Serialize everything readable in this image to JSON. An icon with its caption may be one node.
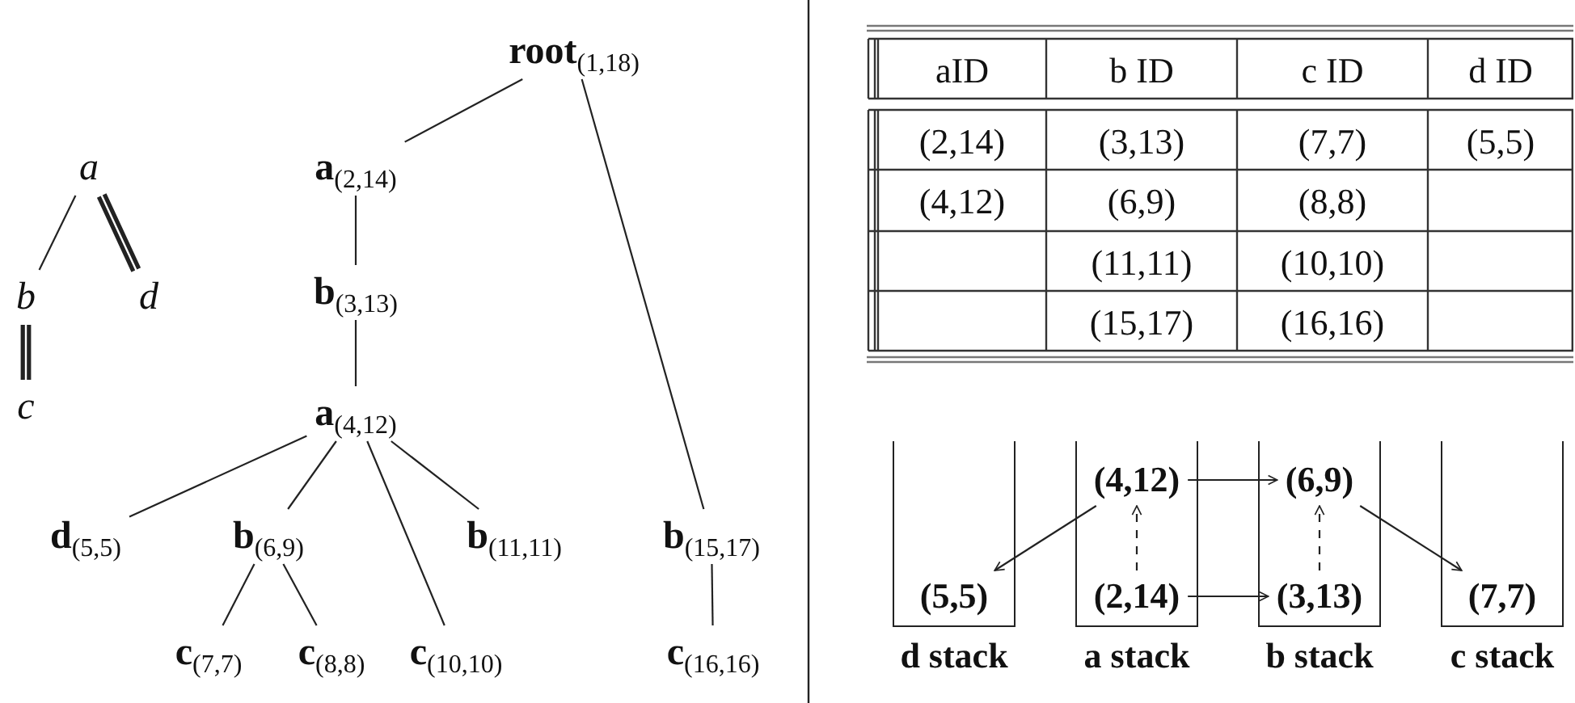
{
  "diagram": {
    "nodes": [
      {
        "text": [
          "a"
        ]
      },
      {
        "text": [
          "b"
        ]
      },
      {
        "text": [
          "d"
        ]
      },
      {
        "text": [
          "c"
        ]
      },
      {
        "text": [
          "**root**$_{(1,18)}$"
        ]
      },
      {
        "text": [
          "**a**$_{(2,14)}$"
        ]
      },
      {
        "text": [
          "**b**$_{(3,13)}$"
        ]
      },
      {
        "text": [
          "**a**$_{(4,12)}$"
        ]
      },
      {
        "text": [
          "**d**$_{(5,5)}$"
        ]
      },
      {
        "text": [
          "**b**$_{(6,9)}$"
        ]
      },
      {
        "text": [
          "**b**$_{(11,11)}$"
        ]
      },
      {
        "text": [
          "**b**$_{(15,17)}$"
        ]
      },
      {
        "text": [
          "**c**$_{(7,7)}$"
        ]
      },
      {
        "text": [
          "**c**$_{(8,8)}$"
        ]
      },
      {
        "text": [
          "**c**$_{(10,10)}$"
        ]
      },
      {
        "text": [
          "**c**$_{(16,16)}$"
        ]
      },
      {
        "text": [
          "d stack"
        ]
      },
      {
        "text": [
          "(5,5)"
        ],
        "in": 16
      },
      {
        "text": [
          "a stack"
        ]
      },
      {
        "text": [
          "(4,12)"
        ],
        "in": 18
      },
      {
        "text": [
          "(2,14)"
        ],
        "in": 18
      },
      {
        "text": [
          "b stack"
        ]
      },
      {
        "text": [
          "(6,9)"
        ],
        "in": 21
      },
      {
        "text": [
          "(3,13)"
        ],
        "in": 21
      },
      {
        "text": [
          "c stack"
        ]
      },
      {
        "text": [
          "(7,7)"
        ],
        "in": 24
      }
    ],
    "edges": [
      {
        "from": 0,
        "to": 1,
        "arrow": "none"
      },
      {
        "from": 0,
        "to": 2,
        "arrow": "none",
        "style": "thick"
      },
      {
        "from": 1,
        "to": 3,
        "arrow": "none",
        "style": "thick"
      },
      {
        "from": 4,
        "to": 5,
        "arrow": "none"
      },
      {
        "from": 4,
        "to": 11,
        "arrow": "none"
      },
      {
        "from": 5,
        "to": 6,
        "arrow": "none"
      },
      {
        "from": 6,
        "to": 7,
        "arrow": "none"
      },
      {
        "from": 7,
        "to": 8,
        "arrow": "none"
      },
      {
        "from": 7,
        "to": 9,
        "arrow": "none"
      },
      {
        "from": 7,
        "to": 14,
        "arrow": "none"
      },
      {
        "from": 7,
        "to": 10,
        "arrow": "none"
      },
      {
        "from": 9,
        "to": 12,
        "arrow": "none"
      },
      {
        "from": 9,
        "to": 13,
        "arrow": "none"
      },
      {
        "from": 11,
        "to": 15,
        "arrow": "none"
      },
      {
        "from": 19,
        "to": 22,
        "arrow": "to"
      },
      {
        "from": 20,
        "to": 23,
        "arrow": "to"
      },
      {
        "from": 19,
        "to": 17,
        "arrow": "to"
      },
      {
        "from": 22,
        "to": 25,
        "arrow": "to"
      },
      {
        "from": 20,
        "to": 19,
        "arrow": "to",
        "style": "dashed"
      },
      {
        "from": 23,
        "to": 22,
        "arrow": "to",
        "style": "dashed"
      }
    ],
    "labels": [
      "aID",
      "b ID",
      "c ID",
      "d ID",
      "(2,14)",
      "(3,13)",
      "(7,7)",
      "(5,5)",
      "(4,12)",
      "(6,9)",
      "(8,8)",
      "(11,11)",
      "(10,10)",
      "(15,17)",
      "(16,16)"
    ]
  }
}
